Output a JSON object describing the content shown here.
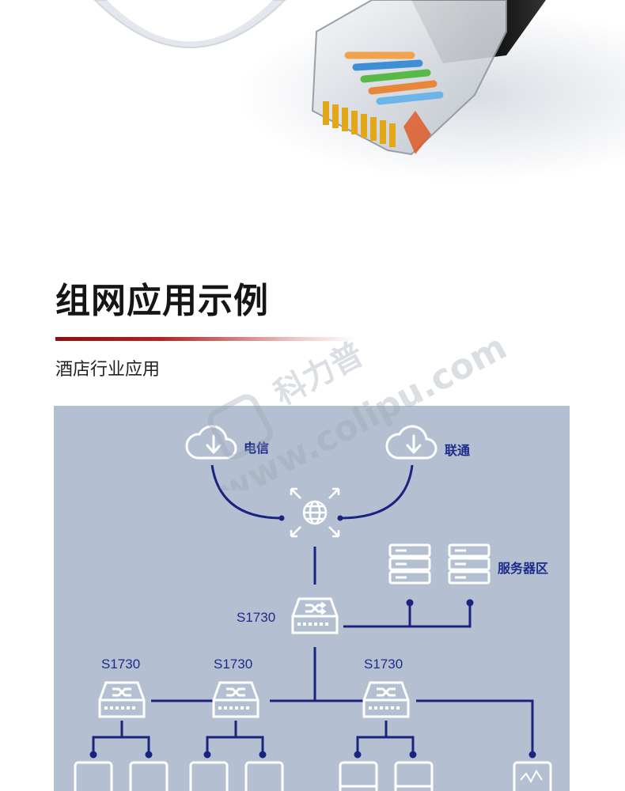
{
  "section": {
    "title": "组网应用示例",
    "subtitle": "酒店行业应用"
  },
  "watermark": {
    "brand_cn": "科力普",
    "url": "www.colipu.com"
  },
  "diagram": {
    "isp_left": "电信",
    "isp_right": "联通",
    "server_zone": "服务器区",
    "core_switch": "S1730",
    "access_switches": [
      "S1730",
      "S1730",
      "S1730"
    ]
  },
  "colors": {
    "accent_red": "#b22222",
    "diagram_bg": "#b4c0d2",
    "line_navy": "#1a237e",
    "icon_white": "#ffffff"
  }
}
